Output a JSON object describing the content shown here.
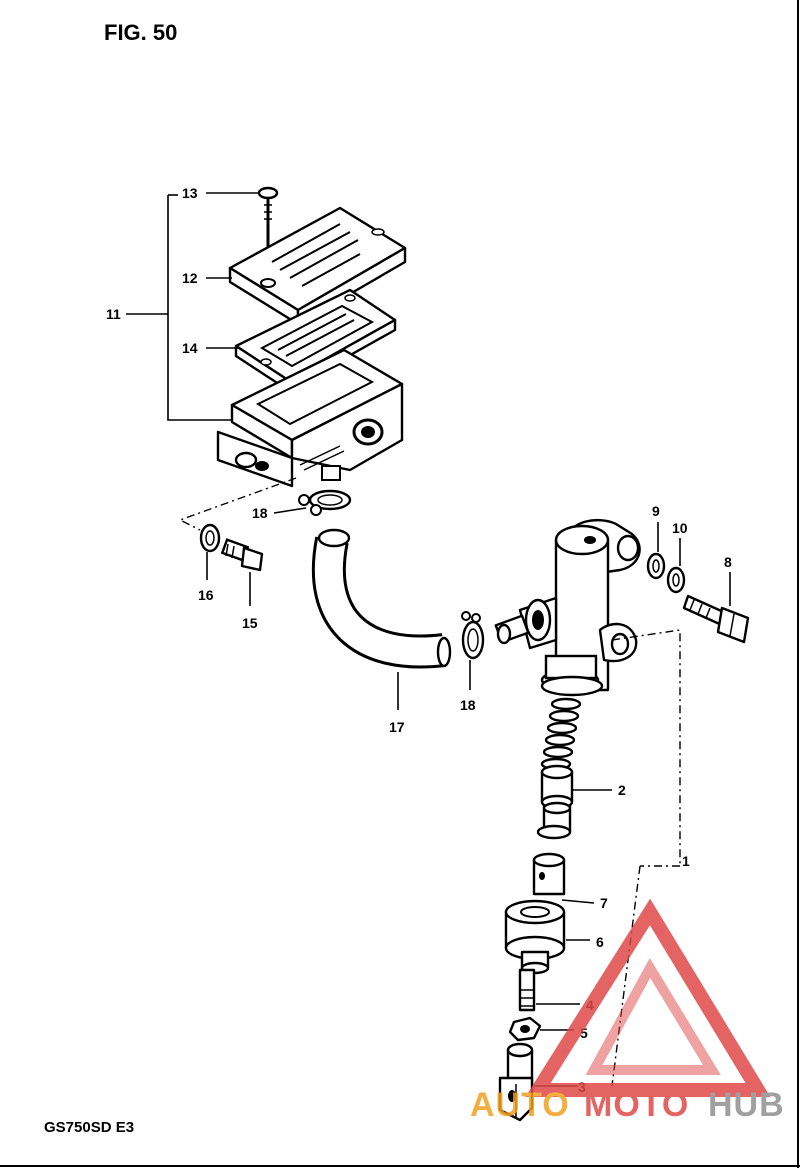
{
  "header": {
    "figure_label": "FIG. 50"
  },
  "footer": {
    "model_code": "GS750SD E3"
  },
  "callouts": {
    "c1": "1",
    "c2": "2",
    "c3": "3",
    "c4": "4",
    "c5": "5",
    "c6": "6",
    "c7": "7",
    "c8": "8",
    "c9": "9",
    "c10": "10",
    "c11": "11",
    "c12": "12",
    "c13": "13",
    "c14": "14",
    "c15": "15",
    "c16": "16",
    "c17": "17",
    "c18a": "18",
    "c18b": "18"
  },
  "watermark": {
    "part1": "AUTO",
    "part2": "MOTO",
    "part3": "HUB"
  },
  "colors": {
    "watermark_red": "#e04848",
    "watermark_orange": "#f0a020",
    "watermark_gray": "#909090"
  }
}
